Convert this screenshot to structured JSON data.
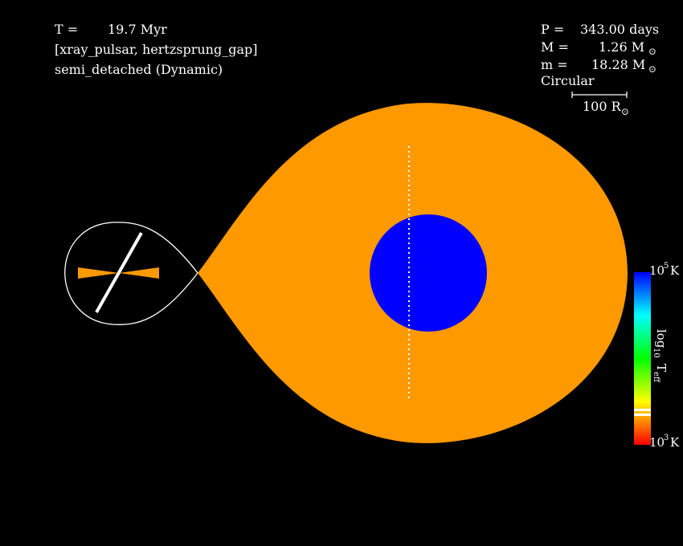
{
  "info_left": {
    "time_label": "T =",
    "time_value": "19.7 Myr",
    "types": "[xray_pulsar, hertzsprung_gap]",
    "state": "semi_detached (Dynamic)"
  },
  "info_right": {
    "period_label": "P =",
    "period_value": "343.00 days",
    "mass1_label": "M =",
    "mass1_value": "1.26 M",
    "mass2_label": "m =",
    "mass2_value": "18.28 M",
    "sun_symbol": "⊙",
    "orbit": "Circular",
    "scale_value": "100 R"
  },
  "colorbar": {
    "top_label_base": "10",
    "top_label_exp": "5",
    "top_label_unit": "K",
    "bottom_label_base": "10",
    "bottom_label_exp": "3",
    "bottom_label_unit": "K",
    "axis_label_log": "log",
    "axis_label_sub": "10",
    "axis_label_T": "T",
    "axis_label_eff": "eff",
    "stops": [
      "#ff0000",
      "#ffff00",
      "#00ff00",
      "#00ffff",
      "#0000ff"
    ],
    "marker_color": "#ffffff"
  },
  "colors": {
    "background": "#000000",
    "donor_envelope": "#ff9900",
    "donor_core": "#0000ff",
    "accretor_beam": "#ff9900",
    "outline": "#ffffff"
  }
}
